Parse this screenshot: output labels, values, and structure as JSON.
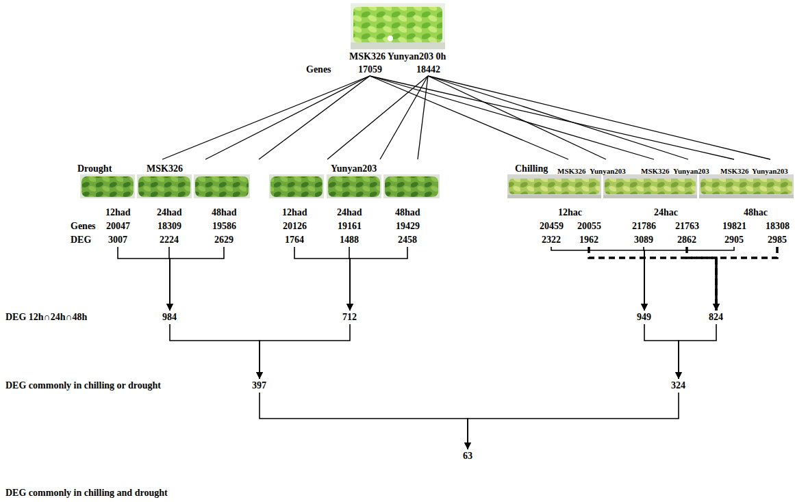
{
  "diagram": {
    "nodes": [
      {
        "text": [
          "3007"
        ]
      },
      {
        "text": [
          "2224"
        ]
      },
      {
        "text": [
          "2629"
        ]
      },
      {
        "text": [
          "1764"
        ]
      },
      {
        "text": [
          "1488"
        ]
      },
      {
        "text": [
          "2458"
        ]
      },
      {
        "text": [
          "2322"
        ]
      },
      {
        "text": [
          "1962"
        ]
      },
      {
        "text": [
          "3089"
        ]
      },
      {
        "text": [
          "2862"
        ]
      },
      {
        "text": [
          "2905"
        ]
      },
      {
        "text": [
          "2985"
        ]
      },
      {
        "text": [
          "984"
        ]
      },
      {
        "text": [
          "712"
        ]
      },
      {
        "text": [
          "949"
        ]
      },
      {
        "text": [
          "824"
        ]
      },
      {
        "text": [
          "397"
        ]
      },
      {
        "text": [
          "324"
        ]
      },
      {
        "text": [
          "63"
        ]
      }
    ],
    "edges": [
      {
        "from": 0,
        "to": 12,
        "arrow": "to"
      },
      {
        "from": 1,
        "to": 12,
        "arrow": "to"
      },
      {
        "from": 2,
        "to": 12,
        "arrow": "to"
      },
      {
        "from": 3,
        "to": 13,
        "arrow": "to"
      },
      {
        "from": 4,
        "to": 13,
        "arrow": "to"
      },
      {
        "from": 5,
        "to": 13,
        "arrow": "to"
      },
      {
        "from": 6,
        "to": 14,
        "arrow": "to"
      },
      {
        "from": 8,
        "to": 14,
        "arrow": "to"
      },
      {
        "from": 10,
        "to": 14,
        "arrow": "to"
      },
      {
        "from": 7,
        "to": 15,
        "arrow": "to"
      },
      {
        "from": 9,
        "to": 15,
        "arrow": "to"
      },
      {
        "from": 11,
        "to": 15,
        "arrow": "to"
      },
      {
        "from": 12,
        "to": 16,
        "arrow": "to"
      },
      {
        "from": 13,
        "to": 16,
        "arrow": "to"
      },
      {
        "from": 14,
        "to": 17,
        "arrow": "to"
      },
      {
        "from": 15,
        "to": 17,
        "arrow": "to"
      },
      {
        "from": 16,
        "to": 18,
        "arrow": "to"
      },
      {
        "from": 17,
        "to": 18,
        "arrow": "to"
      }
    ],
    "labels": [
      "MSK326 Yunyan203 0h",
      "Genes",
      "17059",
      "18442",
      "Drought",
      "MSK326",
      "Yunyan203",
      "Chilling",
      "MSK326",
      "Yunyan203",
      "MSK326",
      "Yunyan203",
      "MSK326",
      "Yunyan203",
      "12had",
      "24had",
      "48had",
      "12had",
      "24had",
      "48had",
      "12hac",
      "24hac",
      "48hac",
      "Genes",
      "20047",
      "18309",
      "19586",
      "20126",
      "19161",
      "19429",
      "20459",
      "20055",
      "21786",
      "21763",
      "19821",
      "18308",
      "DEG",
      "DEG 12h∩24h∩48h",
      "DEG commonly in chilling or drought",
      "DEG commonly in chilling and drought"
    ]
  }
}
